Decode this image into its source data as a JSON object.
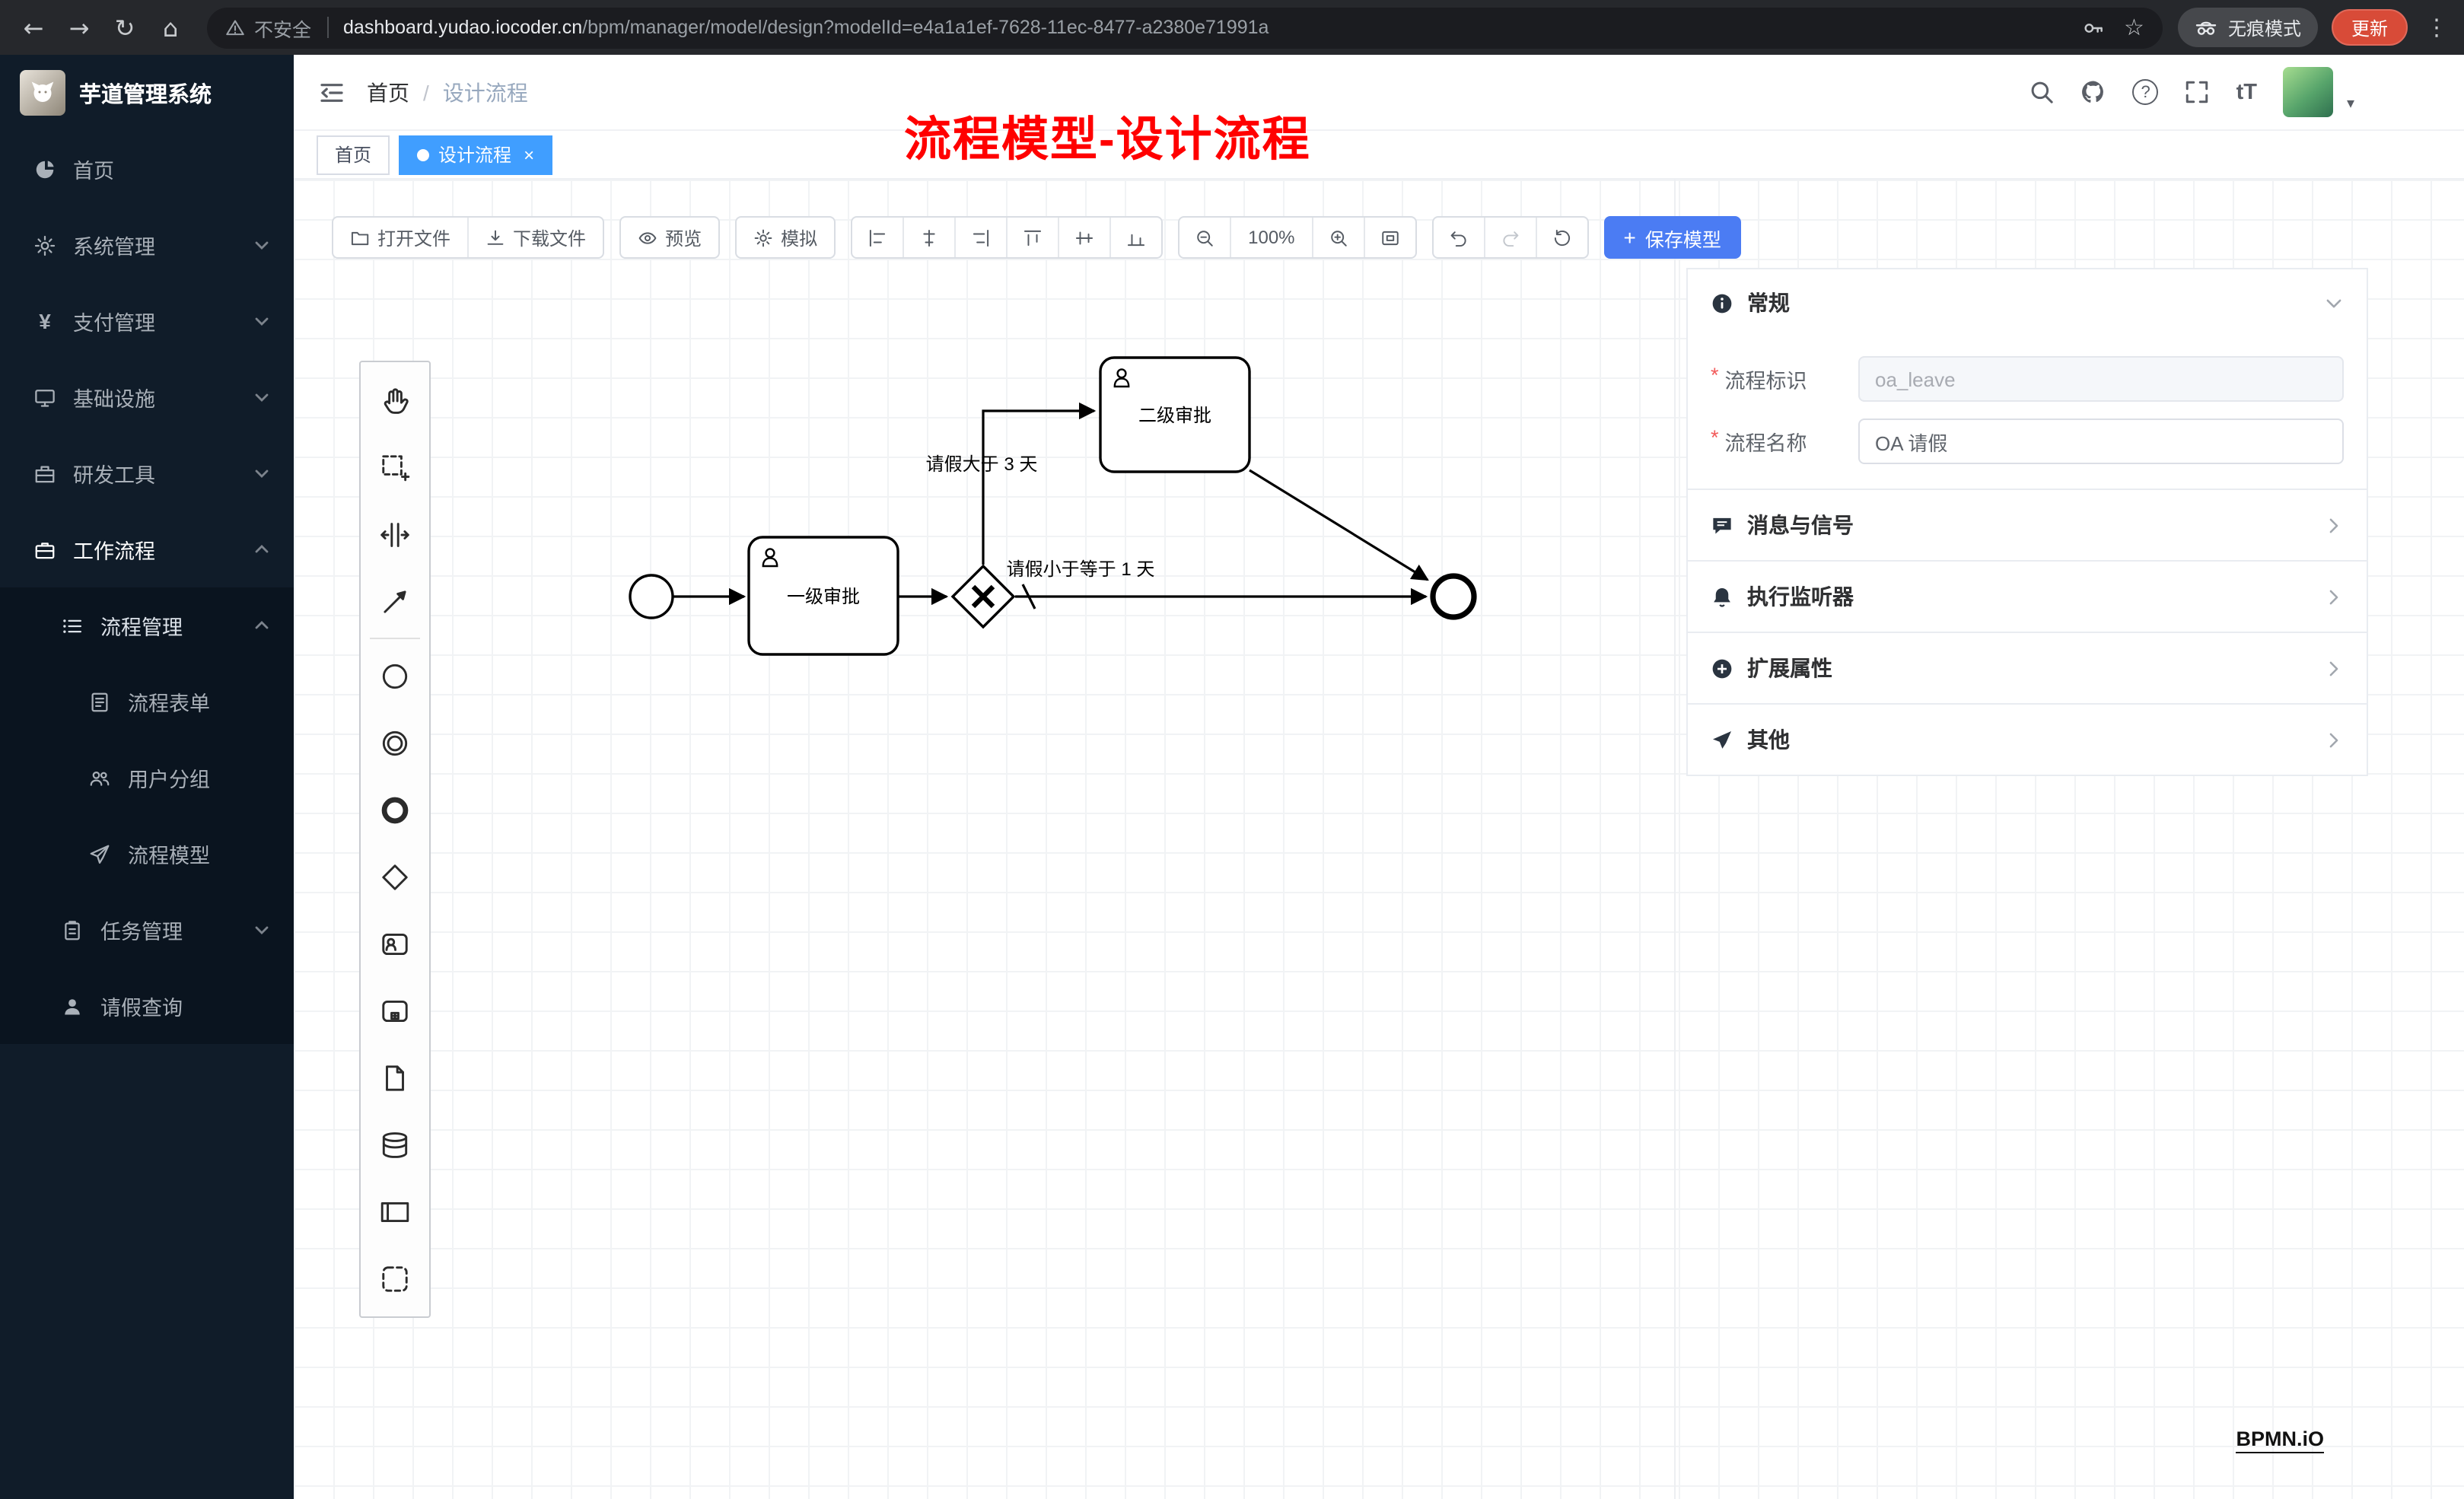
{
  "browser": {
    "security_label": "不安全",
    "url_host": "dashboard.yudao.iocoder.cn",
    "url_path": "/bpm/manager/model/design?modelId=e4a1a1ef-7628-11ec-8477-a2380e71991a",
    "incognito_label": "无痕模式",
    "update_label": "更新"
  },
  "icons": {
    "back": "←",
    "forward": "→",
    "reload": "↻",
    "home": "⌂",
    "kebab": "⋮",
    "star": "☆",
    "yen": "¥",
    "plus": "+",
    "caret": "▾",
    "question": "?",
    "font_size": "tT"
  },
  "sidebar": {
    "app_title": "芋道管理系统",
    "items": [
      {
        "label": "首页"
      },
      {
        "label": "系统管理"
      },
      {
        "label": "支付管理"
      },
      {
        "label": "基础设施"
      },
      {
        "label": "研发工具"
      },
      {
        "label": "工作流程"
      },
      {
        "label": "流程管理"
      },
      {
        "label": "流程表单"
      },
      {
        "label": "用户分组"
      },
      {
        "label": "流程模型"
      },
      {
        "label": "任务管理"
      },
      {
        "label": "请假查询"
      }
    ]
  },
  "header": {
    "breadcrumb_home": "首页",
    "breadcrumb_sep": "/",
    "breadcrumb_current": "设计流程",
    "annotation": "流程模型-设计流程"
  },
  "tabs": {
    "home": "首页",
    "current": "设计流程",
    "close": "×"
  },
  "toolbar": {
    "open_file": "打开文件",
    "download_file": "下载文件",
    "preview": "预览",
    "simulate": "模拟",
    "zoom_level": "100%",
    "save_model": "保存模型"
  },
  "diagram": {
    "task_first": "一级审批",
    "task_second": "二级审批",
    "flow_label_gt": "请假大于 3 天",
    "flow_label_le": "请假小于等于 1 天"
  },
  "panel": {
    "general_title": "常规",
    "required_mark": "*",
    "key_label": "流程标识",
    "key_value": "oa_leave",
    "name_label": "流程名称",
    "name_value": "OA 请假",
    "sections": [
      {
        "title": "消息与信号"
      },
      {
        "title": "执行监听器"
      },
      {
        "title": "扩展属性"
      },
      {
        "title": "其他"
      }
    ]
  },
  "footer": {
    "bpmn_logo": "BPMN.iO"
  },
  "colors": {
    "active_tab": "#409eff",
    "save_button": "#4b7cf3",
    "annotation": "#ff0000",
    "update_button": "#d84b38",
    "sidebar_bg": "#101c29",
    "browser_bg": "#26282c"
  }
}
